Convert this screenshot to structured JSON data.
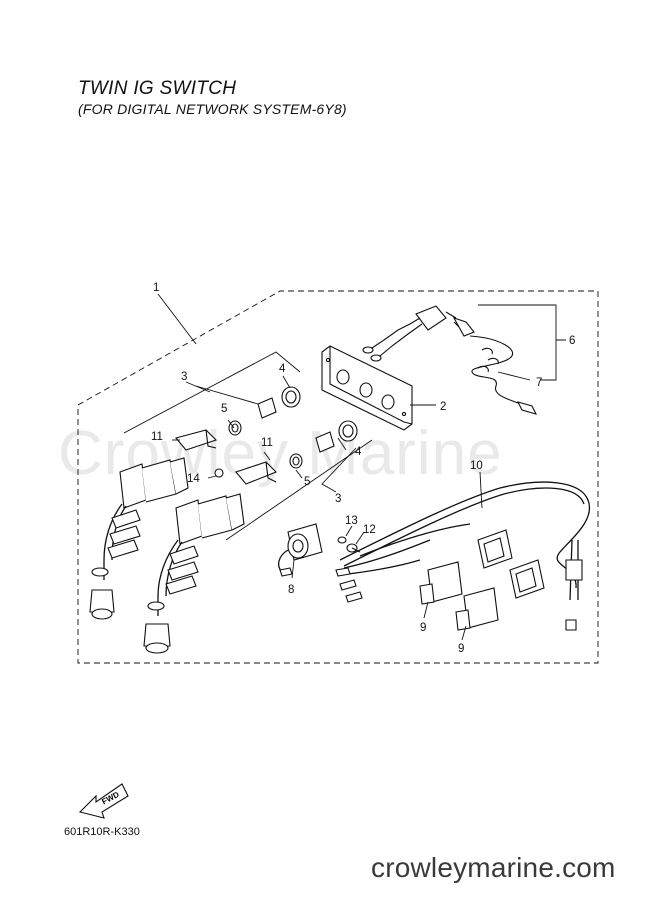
{
  "diagram": {
    "title": "TWIN IG SWITCH",
    "subtitle": "(FOR DIGITAL NETWORK SYSTEM-6Y8)",
    "watermark": "Crowley Marine",
    "fwd_label": "FWD",
    "part_code": "601R10R-K330",
    "footer": "crowleymarine.com",
    "callouts": {
      "c1": "1",
      "c2": "2",
      "c3a": "3",
      "c3b": "3",
      "c4a": "4",
      "c4b": "4",
      "c5a": "5",
      "c5b": "5",
      "c6": "6",
      "c7": "7",
      "c8": "8",
      "c9a": "9",
      "c9b": "9",
      "c10": "10",
      "c11a": "11",
      "c11b": "11",
      "c12": "12",
      "c13": "13",
      "c14": "14"
    }
  }
}
